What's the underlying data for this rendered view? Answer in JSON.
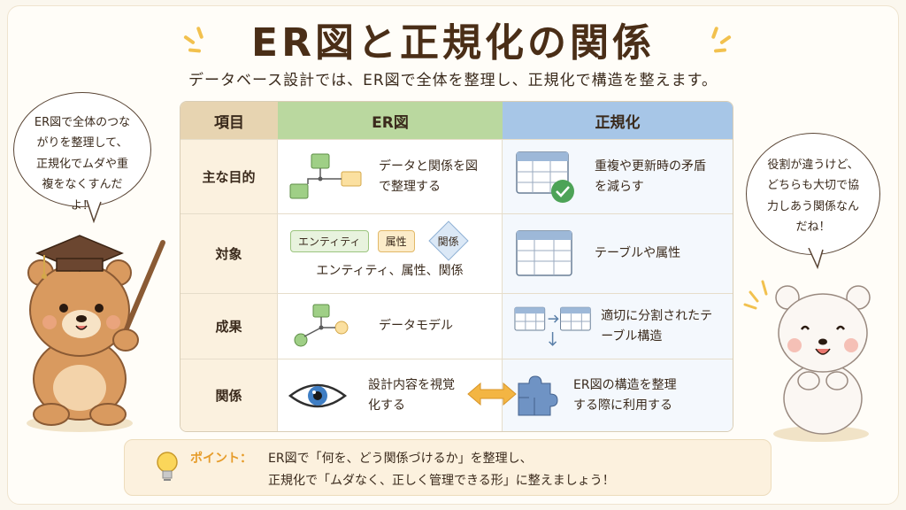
{
  "title": "ER図と正規化の関係",
  "subtitle": "データベース設計では、ER図で全体を整理し、正規化で構造を整えます。",
  "table": {
    "headers": [
      "項目",
      "ER図",
      "正規化"
    ],
    "rows": [
      {
        "item": "主な目的",
        "er": "データと関係を図で整理する",
        "norm": "重複や更新時の矛盾を減らす"
      },
      {
        "item": "対象",
        "er_tags": [
          "エンティティ",
          "属性",
          "関係"
        ],
        "er": "エンティティ、属性、関係",
        "norm": "テーブルや属性"
      },
      {
        "item": "成果",
        "er": "データモデル",
        "norm": "適切に分割されたテーブル構造"
      },
      {
        "item": "関係",
        "er": "設計内容を視覚化する",
        "norm": "ER図の構造を整理する際に利用する"
      }
    ]
  },
  "left_bubble": "ER図で全体のつながりを整理して、正規化でムダや重複をなくすんだよ！",
  "right_bubble": "役割が違うけど、どちらも大切で協力しあう関係なんだね！",
  "point": {
    "label": "ポイント：",
    "line1": "ER図で「何を、どう関係づけるか」を整理し、",
    "line2": "正規化で「ムダなく、正しく管理できる形」に整えましょう！"
  },
  "colors": {
    "er_green": "#bad89f",
    "norm_blue": "#a7c6e7",
    "accent_orange": "#e69c2a",
    "title_brown": "#4a2e17"
  },
  "icons": [
    "graduation-cap-icon",
    "pointer-stick-icon",
    "eye-icon",
    "double-arrow-icon",
    "puzzle-icon",
    "lightbulb-icon",
    "table-check-icon",
    "table-icon"
  ]
}
